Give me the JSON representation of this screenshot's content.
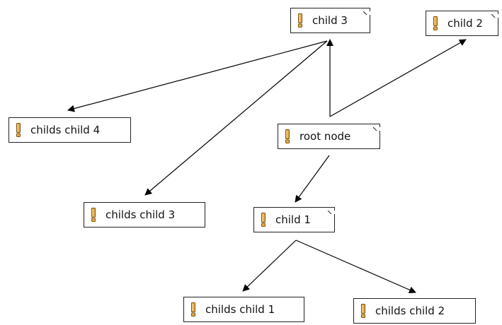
{
  "diagram": {
    "nodes": [
      {
        "id": "child3",
        "label": "child 3",
        "icon": "exclamation-icon",
        "folded_corner": true
      },
      {
        "id": "child2",
        "label": "child 2",
        "icon": "exclamation-icon",
        "folded_corner": true
      },
      {
        "id": "childs_child_4",
        "label": "childs child 4",
        "icon": "exclamation-icon",
        "folded_corner": false
      },
      {
        "id": "root",
        "label": "root node",
        "icon": "exclamation-icon",
        "folded_corner": true
      },
      {
        "id": "childs_child_3",
        "label": "childs child 3",
        "icon": "exclamation-icon",
        "folded_corner": false
      },
      {
        "id": "child1",
        "label": "child 1",
        "icon": "exclamation-icon",
        "folded_corner": true
      },
      {
        "id": "childs_child_1",
        "label": "childs child 1",
        "icon": "exclamation-icon",
        "folded_corner": false
      },
      {
        "id": "childs_child_2",
        "label": "childs child 2",
        "icon": "exclamation-icon",
        "folded_corner": false
      }
    ],
    "edges": [
      {
        "from": "root",
        "to": "child3"
      },
      {
        "from": "root",
        "to": "child2"
      },
      {
        "from": "root",
        "to": "child1"
      },
      {
        "from": "child3",
        "to": "childs_child_4"
      },
      {
        "from": "child3",
        "to": "childs_child_3"
      },
      {
        "from": "child1",
        "to": "childs_child_1"
      },
      {
        "from": "child1",
        "to": "childs_child_2"
      }
    ],
    "colors": {
      "icon_fill": "#e4ad4a",
      "icon_stroke": "#7a5413",
      "border": "#222222",
      "edge": "#000000"
    }
  }
}
